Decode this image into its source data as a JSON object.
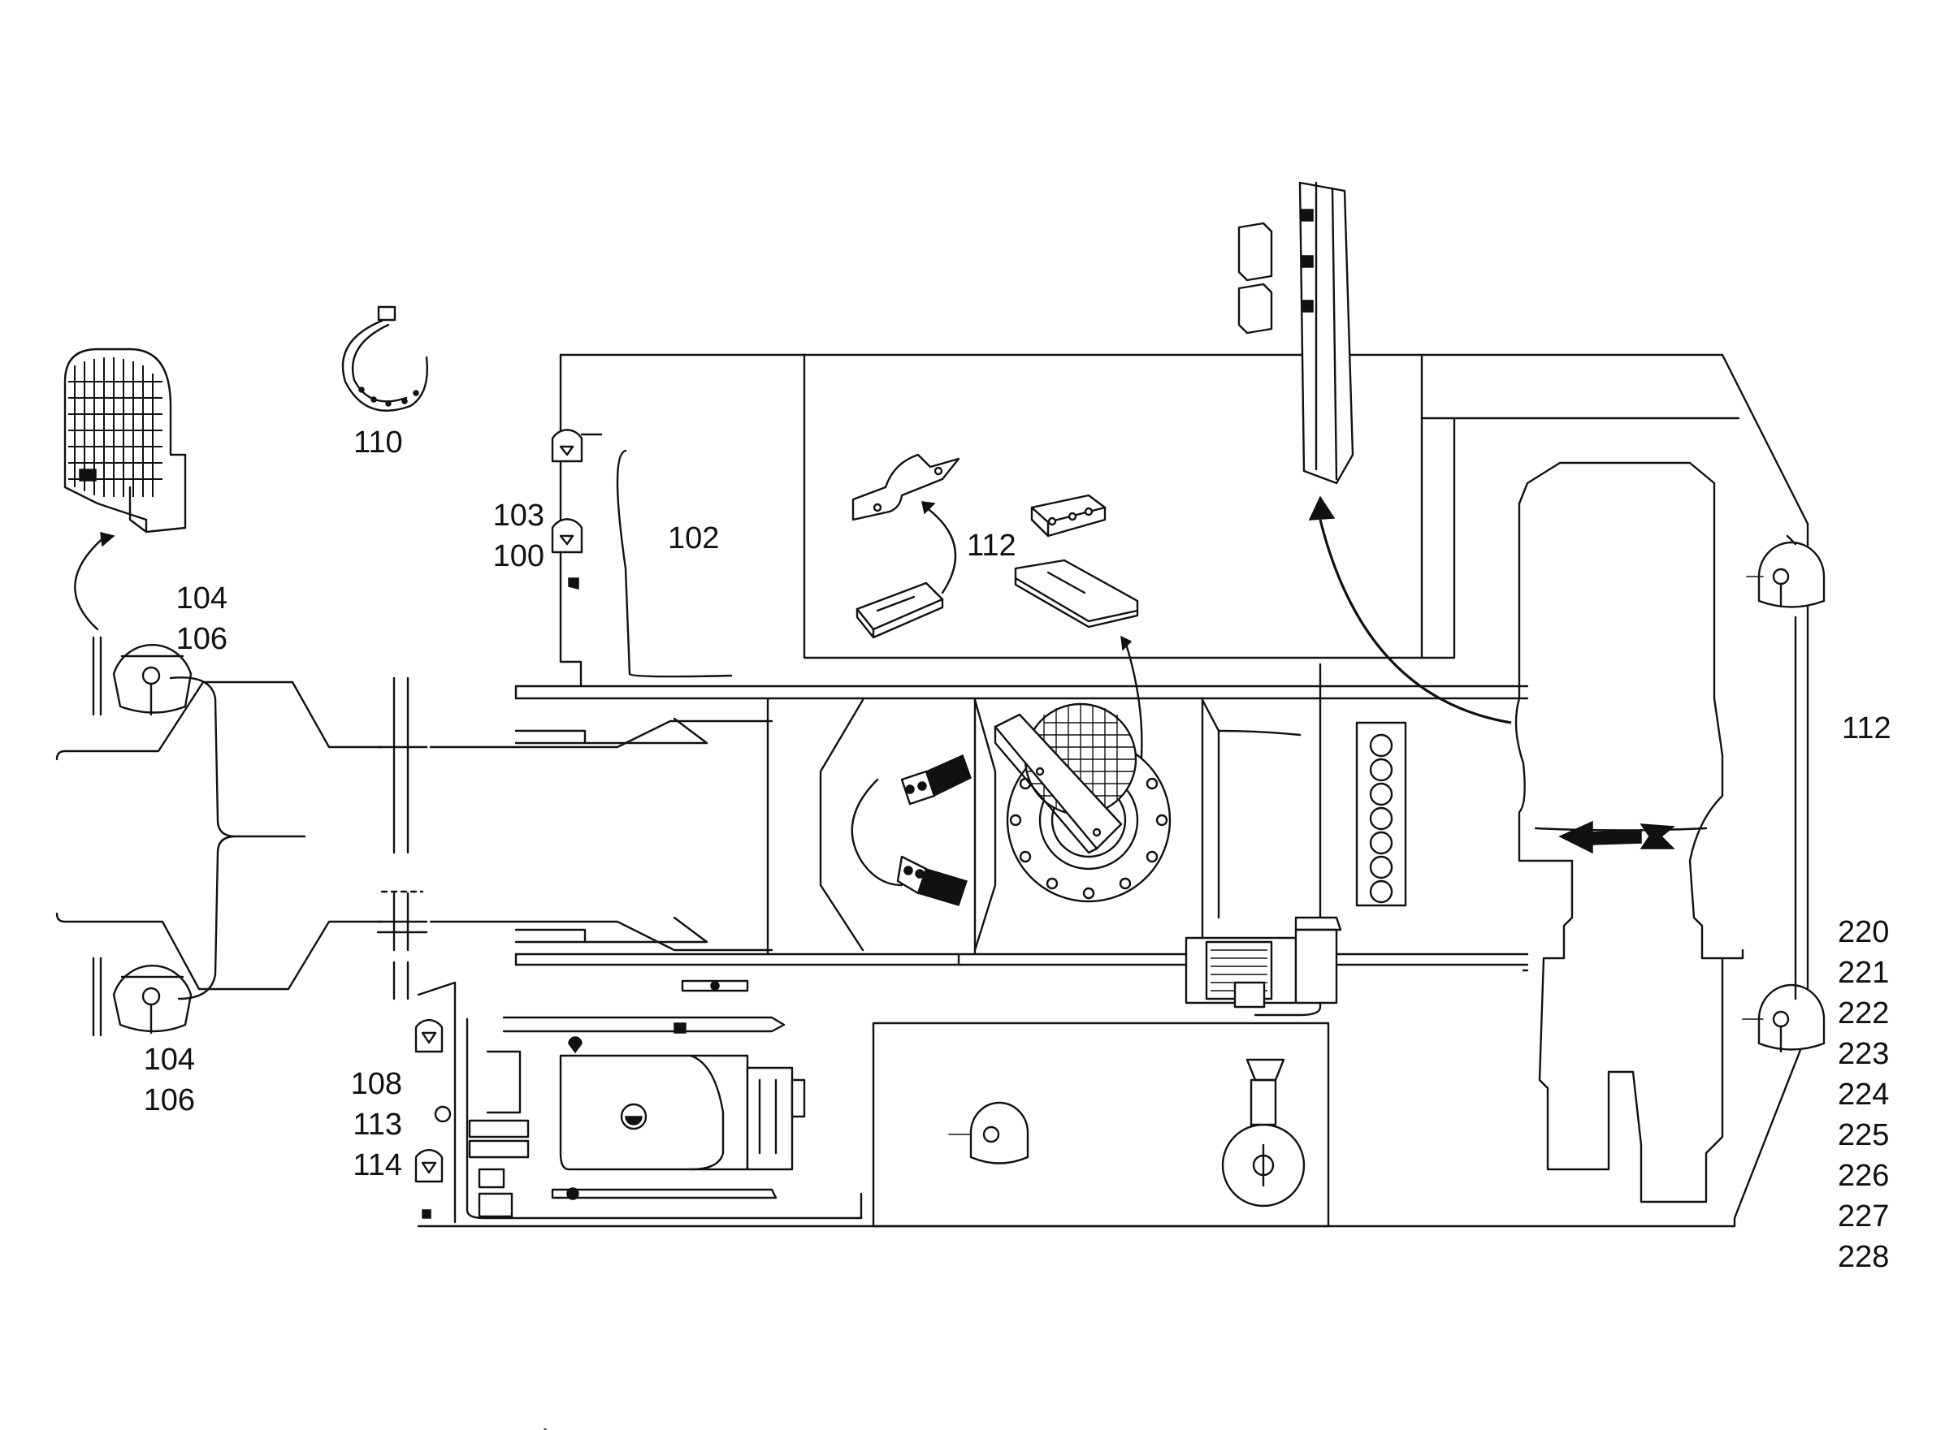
{
  "figure": {
    "labels": {
      "grid_part": [
        "104",
        "106"
      ],
      "band_clamp": "110",
      "upper_left_sensor": [
        "103",
        "100"
      ],
      "upper_housing": "102",
      "brackets": "112",
      "lower_left_sensor": [
        "104",
        "106"
      ],
      "lower_housing_sensors": [
        "108",
        "113",
        "114"
      ],
      "right_side": "112",
      "right_sensor_list": [
        "220",
        "221",
        "222",
        "223",
        "224",
        "225",
        "226",
        "227",
        "228"
      ]
    }
  }
}
